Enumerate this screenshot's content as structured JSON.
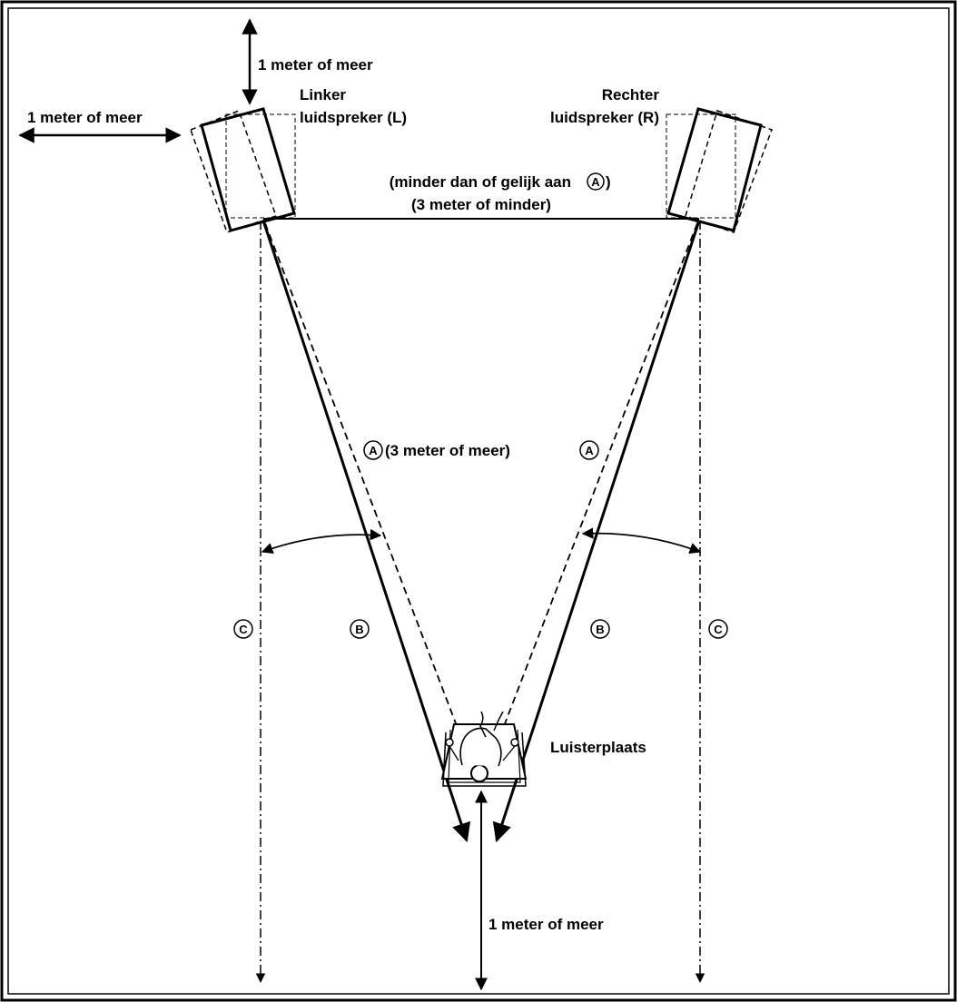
{
  "labels": {
    "top_clearance": "1 meter of meer",
    "side_clearance": "1 meter of meer",
    "left_speaker_line1": "Linker",
    "left_speaker_line2": "luidspreker (L)",
    "right_speaker_line1": "Rechter",
    "right_speaker_line2": "luidspreker (R)",
    "spacing_line1": "(minder dan of gelijk aan ",
    "spacing_line1_end": ")",
    "spacing_line2": "(3 meter of minder)",
    "distance_a": "(3 meter of meer)",
    "listening_position": "Luisterplaats",
    "rear_clearance": "1 meter of meer"
  },
  "markers": {
    "a": "A",
    "b": "B",
    "c": "C"
  },
  "colors": {
    "line": "#000000",
    "background": "#ffffff"
  }
}
